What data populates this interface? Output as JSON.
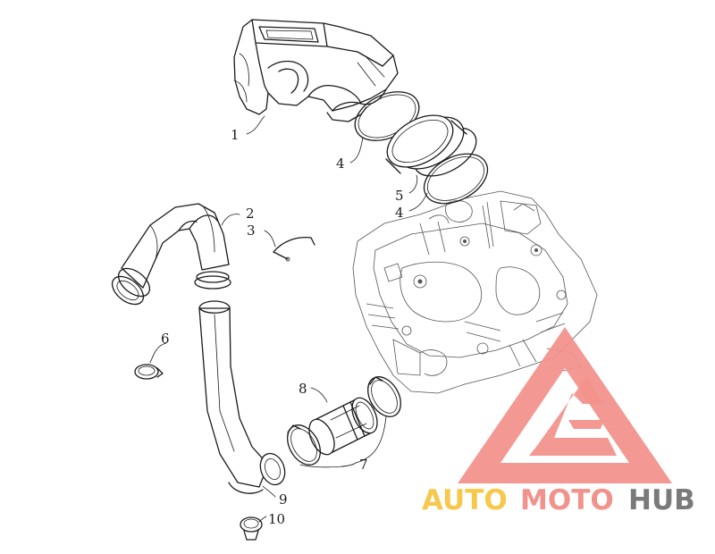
{
  "diagram": {
    "callouts": [
      {
        "id": "c1",
        "text": "1"
      },
      {
        "id": "c2",
        "text": "2"
      },
      {
        "id": "c3",
        "text": "3"
      },
      {
        "id": "c4a",
        "text": "4"
      },
      {
        "id": "c4b",
        "text": "4"
      },
      {
        "id": "c5",
        "text": "5"
      },
      {
        "id": "c6",
        "text": "6"
      },
      {
        "id": "c7",
        "text": "7"
      },
      {
        "id": "c8",
        "text": "8"
      },
      {
        "id": "c9",
        "text": "9"
      },
      {
        "id": "c10",
        "text": "10"
      }
    ]
  },
  "watermark": {
    "auto": "AUTO",
    "moto": "MOTO",
    "hub": "HUB",
    "colors": {
      "triangle": "#f2928c",
      "auto": "#f6c84b",
      "moto": "#f2928c",
      "hub": "#7a7a7a"
    }
  }
}
